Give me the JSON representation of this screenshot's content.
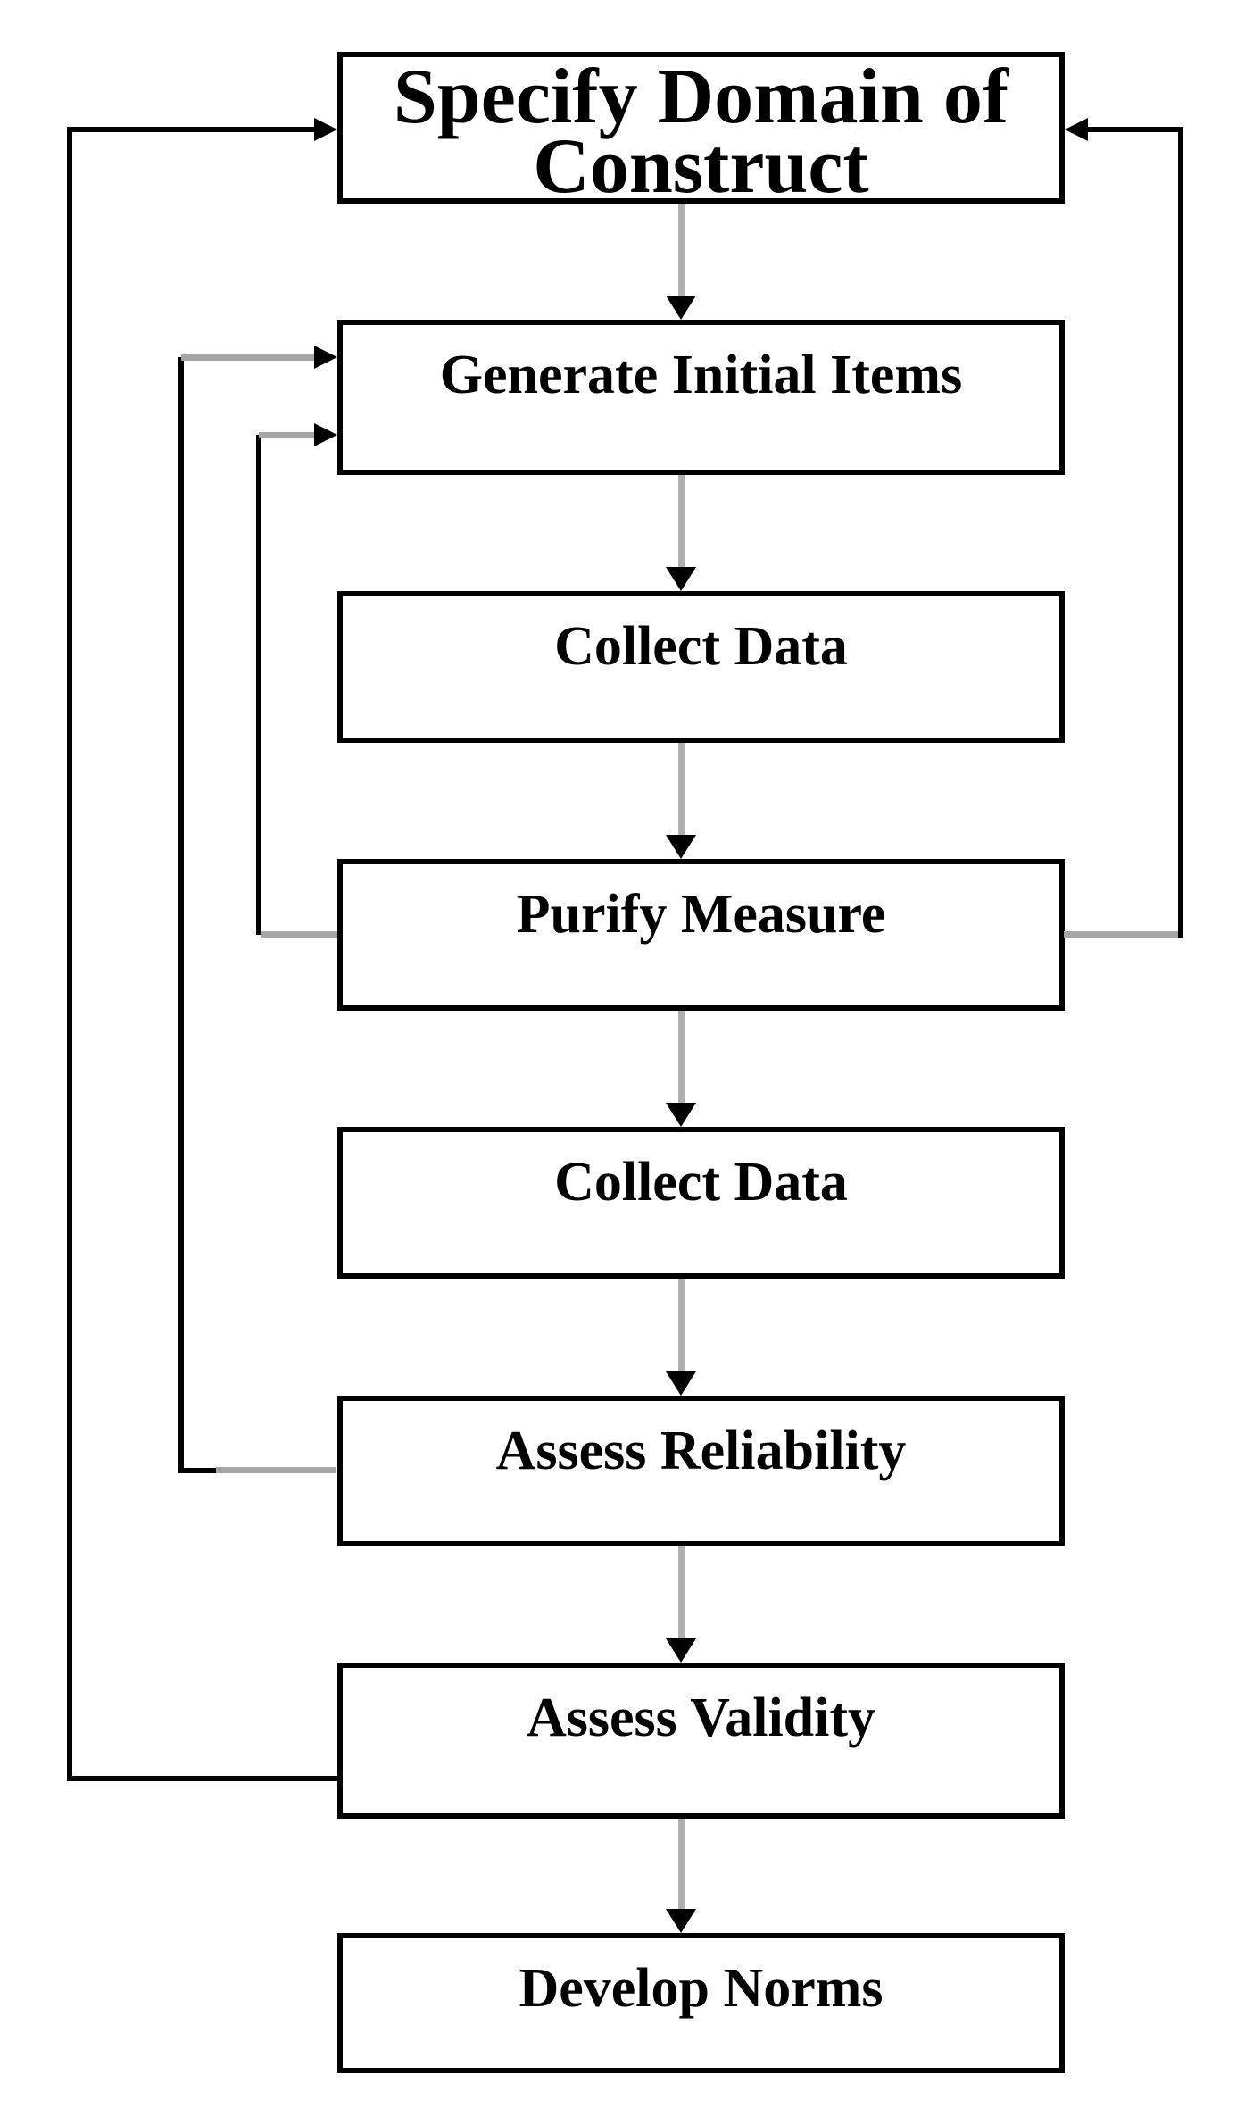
{
  "diagram": {
    "type": "flowchart",
    "nodes": [
      {
        "id": "specify-domain",
        "label": "Specify Domain of Construct",
        "lines": [
          "Specify Domain of",
          "Construct"
        ]
      },
      {
        "id": "generate-items",
        "label": "Generate Initial Items"
      },
      {
        "id": "collect-data-1",
        "label": "Collect Data"
      },
      {
        "id": "purify-measure",
        "label": "Purify Measure"
      },
      {
        "id": "collect-data-2",
        "label": "Collect Data"
      },
      {
        "id": "assess-reliability",
        "label": "Assess Reliability"
      },
      {
        "id": "assess-validity",
        "label": "Assess Validity"
      },
      {
        "id": "develop-norms",
        "label": "Develop Norms"
      }
    ],
    "edges": {
      "forward": [
        {
          "from": "Specify Domain of Construct",
          "to": "Generate Initial Items"
        },
        {
          "from": "Generate Initial Items",
          "to": "Collect Data"
        },
        {
          "from": "Collect Data",
          "to": "Purify Measure"
        },
        {
          "from": "Purify Measure",
          "to": "Collect Data"
        },
        {
          "from": "Collect Data",
          "to": "Assess Reliability"
        },
        {
          "from": "Assess Reliability",
          "to": "Assess Validity"
        },
        {
          "from": "Assess Validity",
          "to": "Develop Norms"
        }
      ],
      "feedback": [
        {
          "from": "Purify Measure",
          "to": "Generate Initial Items",
          "side": "left-inner"
        },
        {
          "from": "Assess Reliability",
          "to": "Generate Initial Items",
          "side": "left-middle"
        },
        {
          "from": "Assess Validity",
          "to": "Specify Domain of Construct",
          "side": "left-outer"
        },
        {
          "from": "Purify Measure",
          "to": "Specify Domain of Construct",
          "side": "right"
        }
      ]
    },
    "colors": {
      "background": "#ffffff",
      "box_border": "#000000",
      "text": "#000000",
      "connector_gray": "#b0b0b0",
      "loop_gray": "#a6a6a6",
      "line_black": "#000000"
    }
  }
}
